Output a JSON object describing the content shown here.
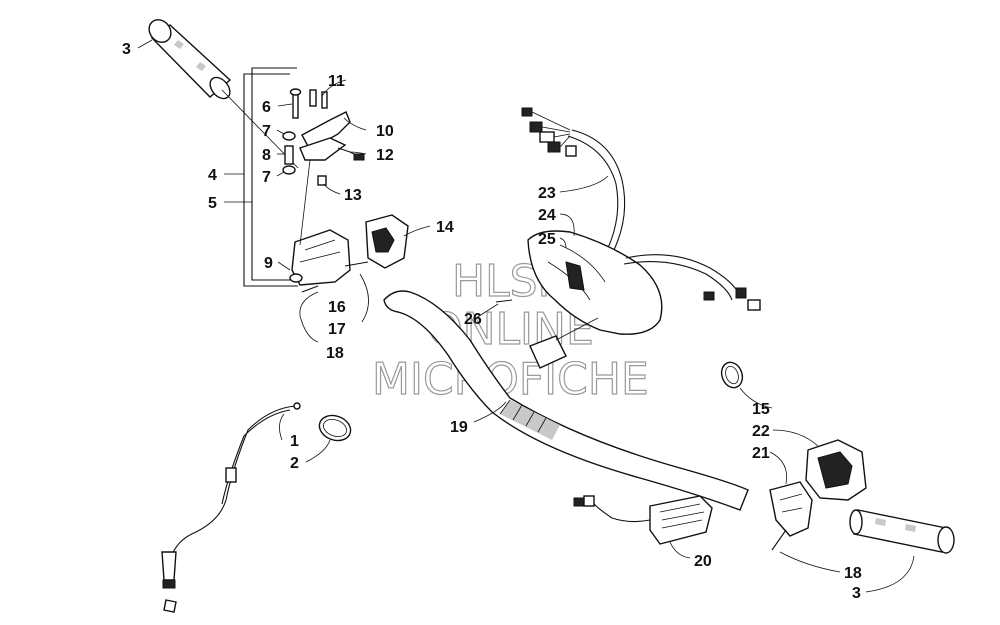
{
  "watermark": {
    "line1": "HLSM",
    "line2": "ONLINE",
    "line3": "MICROFICHE"
  },
  "callouts": {
    "c1": "1",
    "c2": "2",
    "c3a": "3",
    "c3b": "3",
    "c4": "4",
    "c5": "5",
    "c6": "6",
    "c7a": "7",
    "c7b": "7",
    "c8": "8",
    "c9": "9",
    "c10": "10",
    "c11": "11",
    "c12": "12",
    "c13": "13",
    "c14": "14",
    "c15": "15",
    "c16": "16",
    "c17": "17",
    "c18a": "18",
    "c18b": "18",
    "c19": "19",
    "c20": "20",
    "c21": "21",
    "c22": "22",
    "c23": "23",
    "c24": "24",
    "c25": "25",
    "c26": "26"
  }
}
